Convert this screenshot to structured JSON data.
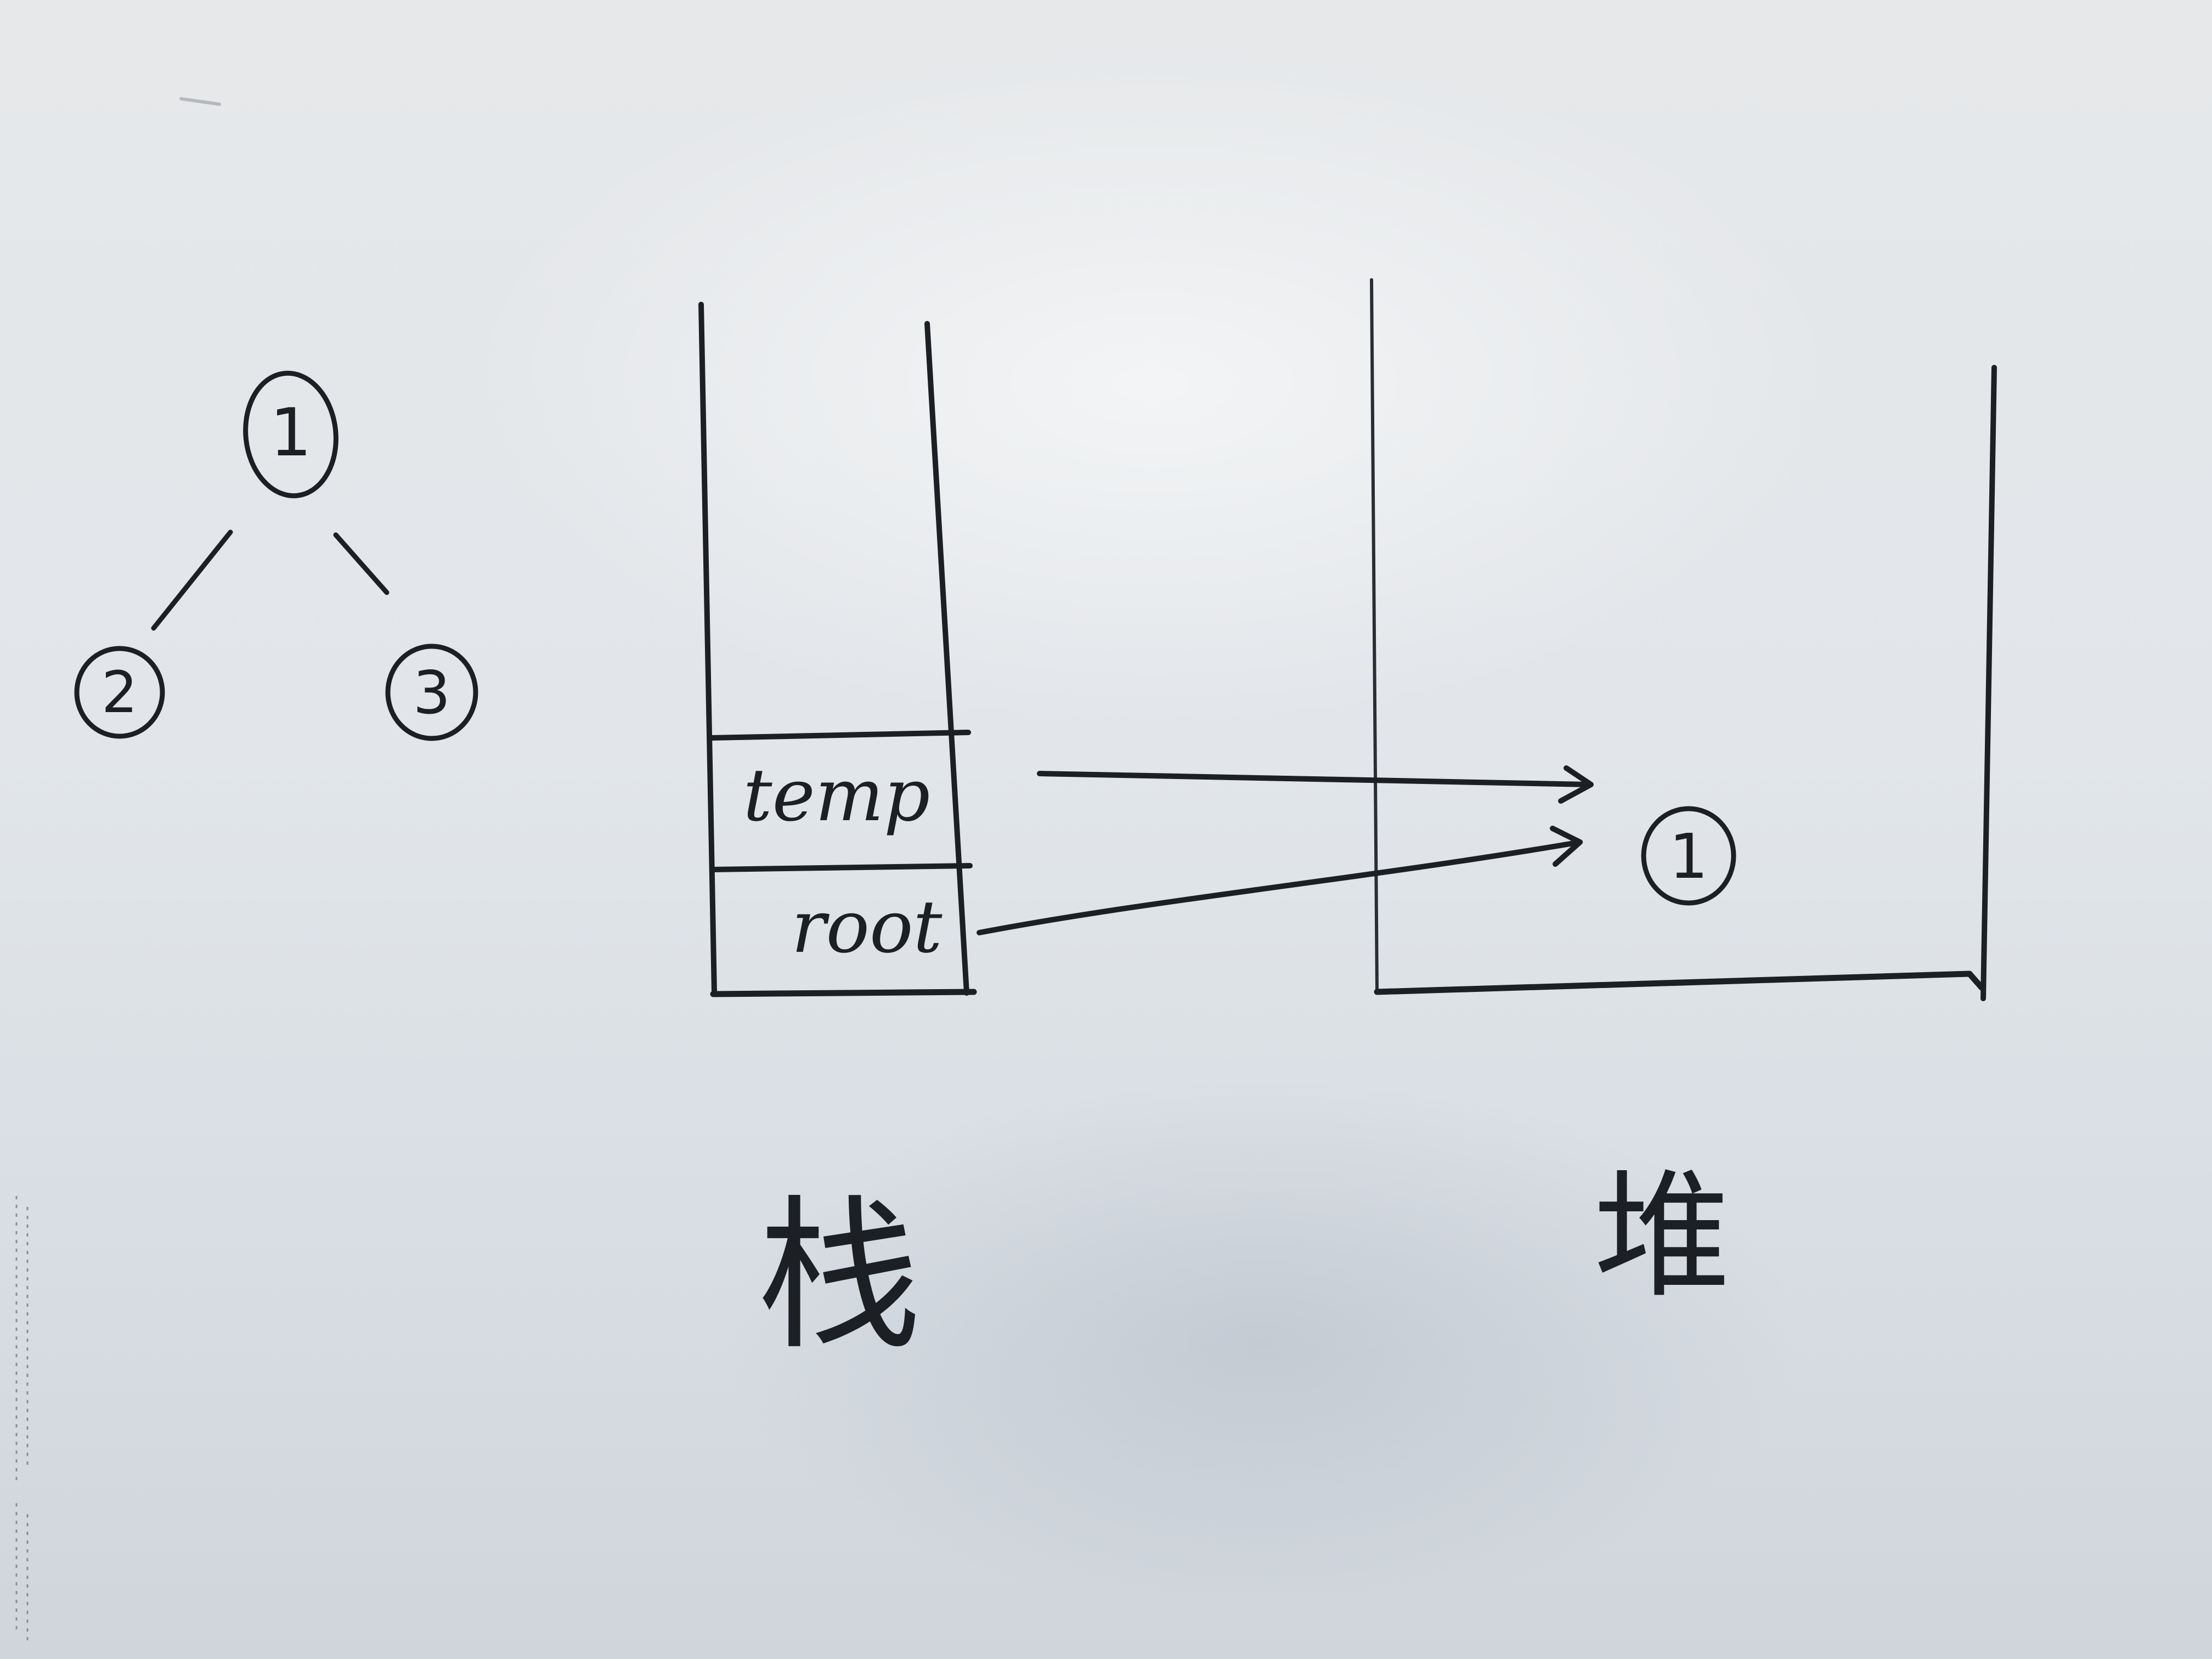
{
  "tree": {
    "root_label": "1",
    "left_label": "2",
    "right_label": "3"
  },
  "stack": {
    "caption": "栈",
    "frames": [
      {
        "label": "temp"
      },
      {
        "label": "root"
      }
    ]
  },
  "heap": {
    "caption": "堆",
    "node_label": "1"
  },
  "ink_color": "#1c1f24",
  "paper_color": "#e3e6e9"
}
